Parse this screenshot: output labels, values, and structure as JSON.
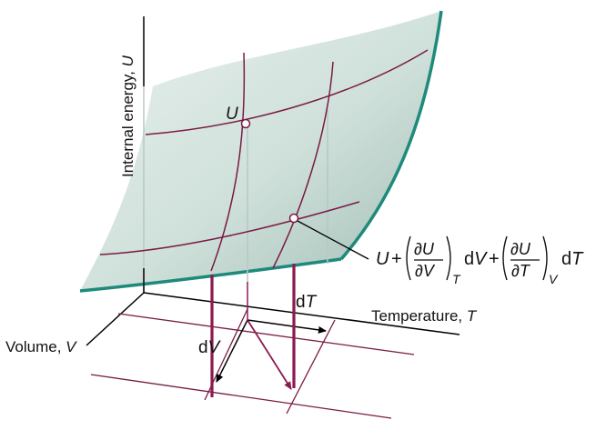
{
  "labels": {
    "energy_axis": "Internal energy, ",
    "energy_symbol": "U",
    "temperature_axis": "Temperature, ",
    "temperature_symbol": "T",
    "volume_axis": "Volume, ",
    "volume_symbol": "V",
    "point_u": "U",
    "dt_d": "d",
    "dt_sym": "T",
    "dv_d": "d",
    "dv_sym": "V"
  },
  "expression": {
    "u": "U",
    "plus": "+",
    "num1_partial": "∂",
    "num1_sym": "U",
    "den1_partial": "∂",
    "den1_sym": "V",
    "sub1": "T",
    "d1": "d",
    "d1_sym": "V",
    "plus2": "+",
    "num2_partial": "∂",
    "num2_sym": "U",
    "den2_partial": "∂",
    "den2_sym": "T",
    "sub2": "V",
    "d2": "d",
    "d2_sym": "T"
  },
  "colors": {
    "surface_fill": "#d3e3dd",
    "surface_edge": "#1e8a7c",
    "curve": "#7a1a45",
    "arrow": "#8b1a50",
    "axis": "#000000",
    "vertical_lines": "#b8c8c3"
  }
}
